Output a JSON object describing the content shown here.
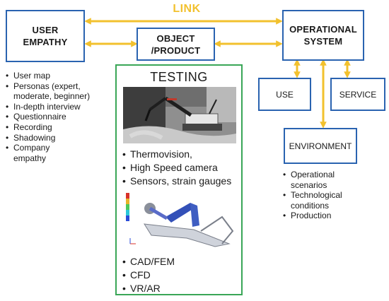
{
  "link_label": "LINK",
  "boxes": {
    "user_empathy": "USER\nEMPATHY",
    "object_product": "OBJECT\n/PRODUCT",
    "operational_system": "OPERATIONAL\nSYSTEM",
    "use": "USE",
    "service": "SERVICE",
    "environment": "ENVIRONMENT"
  },
  "user_empathy_items": [
    "User map",
    "Personas (expert, moderate, beginner)",
    "In-depth interview",
    "Questionnaire",
    "Recording",
    "Shadowing",
    "Company empathy"
  ],
  "testing": {
    "title": "TESTING",
    "items_top": [
      "Thermovision,",
      "High Speed camera",
      "Sensors, strain gauges"
    ],
    "items_bottom": [
      "CAD/FEM",
      "CFD",
      "VR/AR"
    ]
  },
  "environment_items": [
    "Operational scenarios",
    "Technological conditions",
    "Production"
  ],
  "colors": {
    "box_border": "#2a63b0",
    "testing_border": "#3aa657",
    "arrow": "#f2c12e"
  },
  "icons": {
    "photo": "demolition-robot-photo",
    "cad": "robot-fem-model"
  }
}
